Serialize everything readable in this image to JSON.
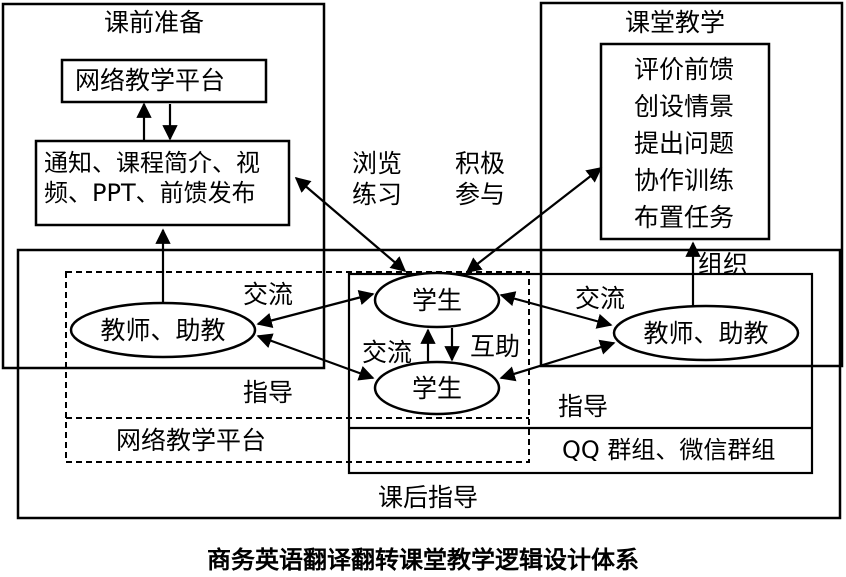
{
  "prep": {
    "title": "课前准备",
    "platform": "网络教学平台",
    "content": "通知、课程简介、视频、PPT、前馈发布"
  },
  "classroom": {
    "title": "课堂教学",
    "steps": [
      "评价前馈",
      "创设情景",
      "提出问题",
      "协作训练",
      "布置任务"
    ],
    "organize": "组织"
  },
  "center_labels": {
    "browse": "浏览练习",
    "participate": "积极参与"
  },
  "interaction": {
    "left_teacher": "教师、助教",
    "right_teacher": "教师、助教",
    "student_top": "学生",
    "student_bottom": "学生",
    "exchange_left": "交流",
    "exchange_right": "交流",
    "exchange_mid": "交流",
    "mutual_help": "互助",
    "guide_left": "指导",
    "guide_right": "指导",
    "platform_bottom": "网络教学平台",
    "qq_wechat": "QQ 群组、微信群组",
    "after_class": "课后指导"
  },
  "caption": "商务英语翻译翻转课堂教学逻辑设计体系"
}
